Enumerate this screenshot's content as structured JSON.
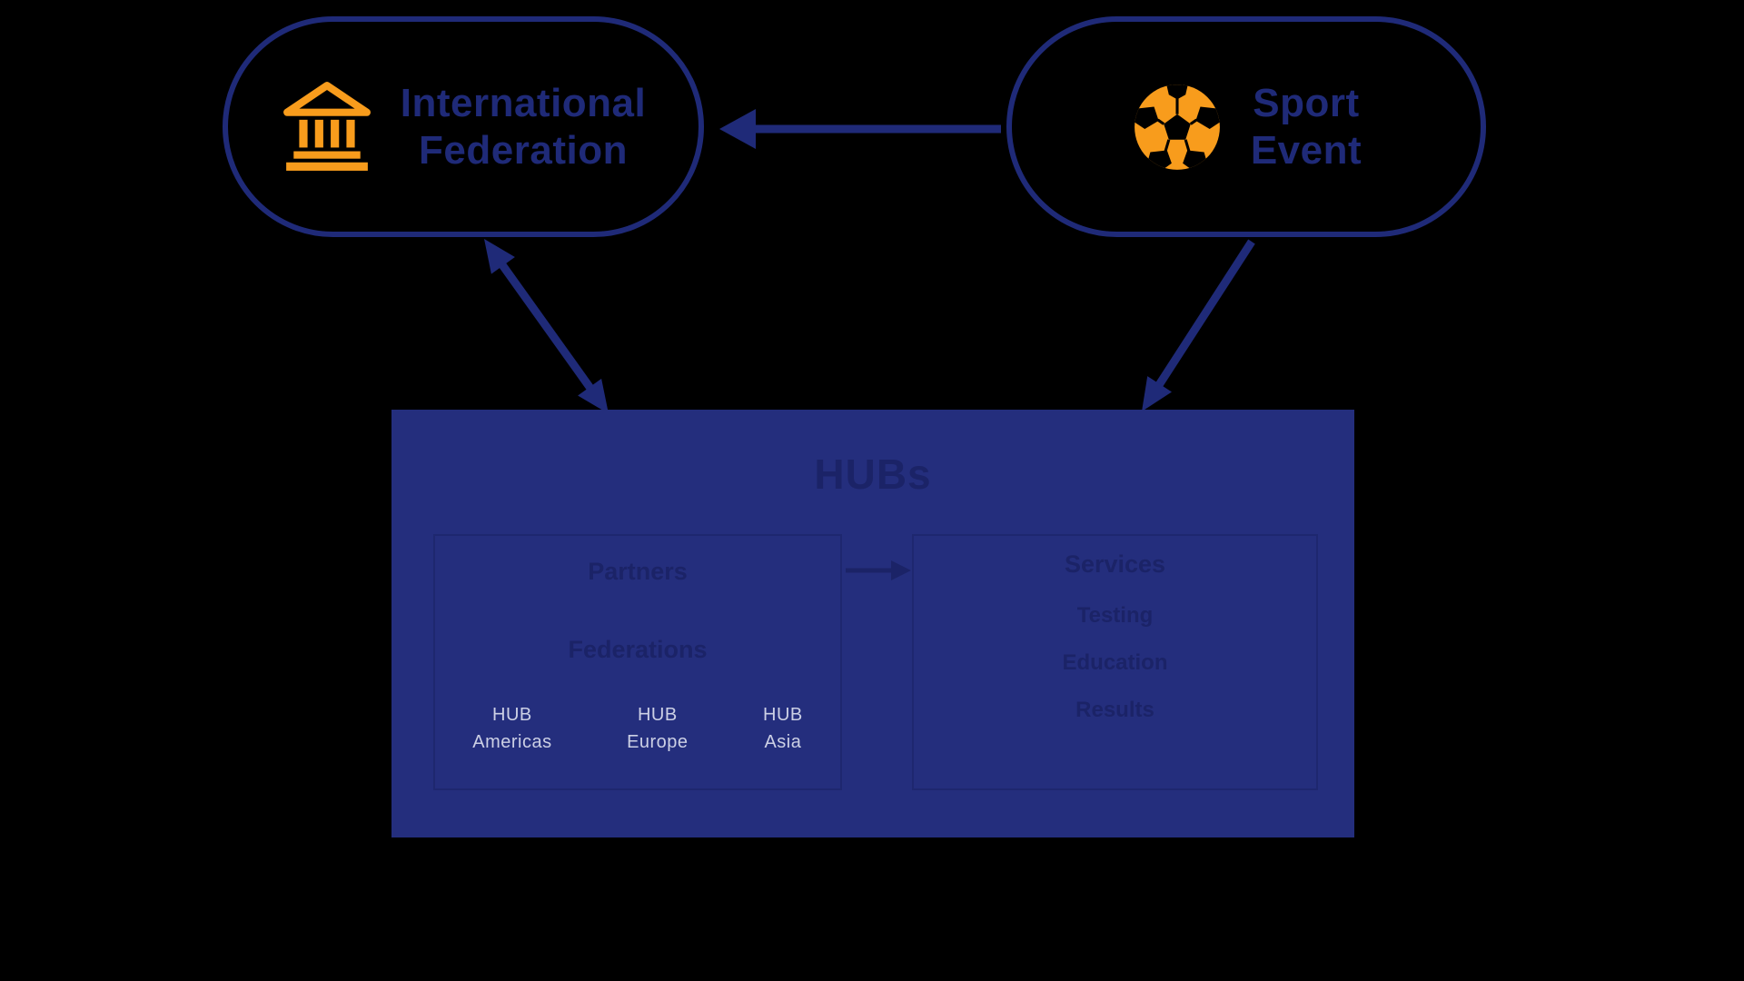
{
  "colors": {
    "background": "#000000",
    "navy": "#1f2a78",
    "orange": "#f89c1c",
    "box_fill": "#242e7d",
    "faint_text": "#1b2367",
    "hub_label_text": "#ccd0e5"
  },
  "nodes": {
    "international_federation": {
      "line1": "International",
      "line2": "Federation",
      "icon": "bank-icon"
    },
    "sport_event": {
      "line1": "Sport",
      "line2": "Event",
      "icon": "soccer-ball-icon"
    }
  },
  "hub_box": {
    "title": "HUBs",
    "left_panel": {
      "row1": "Partners",
      "row2": "Federations",
      "hubs": [
        {
          "line1": "HUB",
          "line2": "Americas"
        },
        {
          "line1": "HUB",
          "line2": "Europe"
        },
        {
          "line1": "HUB",
          "line2": "Asia"
        }
      ]
    },
    "right_panel": {
      "title": "Services",
      "row1": "Testing",
      "row2": "Education",
      "row3": "Results"
    }
  }
}
